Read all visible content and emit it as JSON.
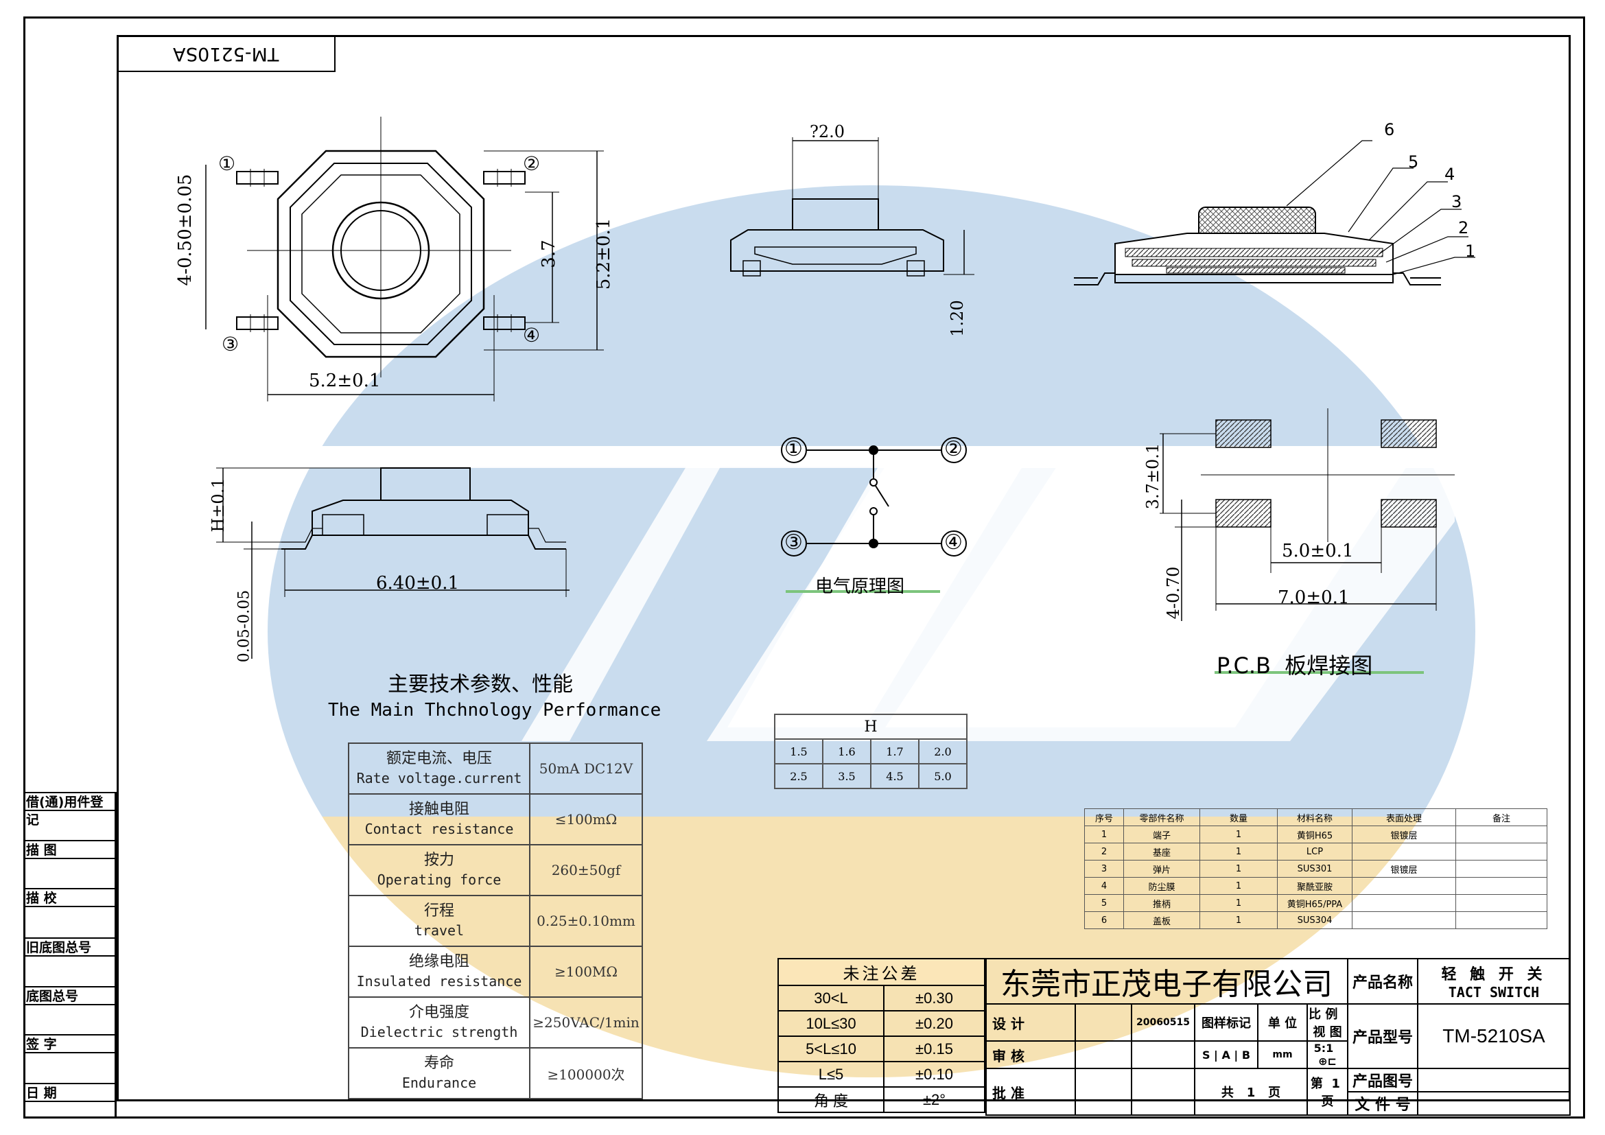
{
  "drawing_code": "TM-5210SA",
  "top_view": {
    "pin_labels": [
      "①",
      "②",
      "③",
      "④"
    ],
    "dim_left": "4-0.50±0.05",
    "dim_inner": "3.7",
    "dim_right": "5.2±0.1",
    "dim_bottom": "5.2±0.1"
  },
  "side_view_top": {
    "dim_top": "?2.0",
    "dim_right": "1.20"
  },
  "section_view": {
    "callouts": [
      "6",
      "5",
      "4",
      "3",
      "2",
      "1"
    ]
  },
  "side_view_bottom": {
    "dim_h": "H±0.1",
    "dim_bottom": "6.40±0.1",
    "dim_lead": "0.05-0.05"
  },
  "schematic": {
    "pins": [
      "①",
      "②",
      "③",
      "④"
    ],
    "caption": "电气原理图"
  },
  "pcb": {
    "dim_pitch_v": "3.7±0.1",
    "dim_inner": "5.0±0.1",
    "dim_outer": "7.0±0.1",
    "dim_pad": "4-0.70",
    "caption": "P.C.B  板焊接图"
  },
  "performance": {
    "title_cn": "主要技术参数、性能",
    "title_en": "The Main Thchnology Performance",
    "rows": [
      {
        "cn": "额定电流、电压",
        "en": "Rate voltage.current",
        "value": "50mA DC12V"
      },
      {
        "cn": "接触电阻",
        "en": "Contact resistance",
        "value": "≤100mΩ"
      },
      {
        "cn": "按力",
        "en": "Operating force",
        "value": "260±50gf"
      },
      {
        "cn": "行程",
        "en": "travel",
        "value": "0.25±0.10mm"
      },
      {
        "cn": "绝缘电阻",
        "en": "Insulated resistance",
        "value": "≥100MΩ"
      },
      {
        "cn": "介电强度",
        "en": "Dielectric strength",
        "value": "≥250VAC/1min"
      },
      {
        "cn": "寿命",
        "en": "Endurance",
        "value": "≥100000次"
      }
    ]
  },
  "h_table": {
    "header": "H",
    "row1": [
      "1.5",
      "1.6",
      "1.7",
      "2.0"
    ],
    "row2": [
      "2.5",
      "3.5",
      "4.5",
      "5.0"
    ]
  },
  "parts_table": {
    "headers": [
      "序号",
      "零部件名称",
      "数量",
      "材料名称",
      "表面处理",
      "备注"
    ],
    "rows": [
      [
        "1",
        "端子",
        "1",
        "黄铜H65",
        "银镀层",
        ""
      ],
      [
        "2",
        "基座",
        "1",
        "LCP",
        "",
        ""
      ],
      [
        "3",
        "弹片",
        "1",
        "SUS301",
        "银镀层",
        ""
      ],
      [
        "4",
        "防尘膜",
        "1",
        "聚酰亚胺",
        "",
        ""
      ],
      [
        "5",
        "推柄",
        "1",
        "黄铜H65/PPA",
        "",
        ""
      ],
      [
        "6",
        "盖板",
        "1",
        "SUS304",
        "",
        ""
      ]
    ]
  },
  "tolerance": {
    "title": "未注公差",
    "rows": [
      [
        "30<L",
        "±0.30"
      ],
      [
        "10L≤30",
        "±0.20"
      ],
      [
        "5<L≤10",
        "±0.15"
      ],
      [
        "L≤5",
        "±0.10"
      ],
      [
        "角  度",
        "±2°"
      ]
    ]
  },
  "title_block": {
    "company": "东莞市正茂电子有限公司",
    "product_name_label": "产品名称",
    "product_name_cn": "轻 触 开 关",
    "product_name_en": "TACT SWITCH",
    "product_model_label": "产品型号",
    "product_model": "TM-5210SA",
    "product_drawing_label": "产品图号",
    "file_no_label": "文 件 号",
    "design_label": "设 计",
    "date": "20060515",
    "mark_label": "图样标记",
    "unit_label": "单 位",
    "scale_label": "比 例",
    "view_label": "视 图",
    "review_label": "审 核",
    "approve_label": "批 准",
    "marks": [
      "S",
      "A",
      "B"
    ],
    "unit": "mm",
    "scale": "5:1",
    "total_label": "共",
    "total": "1",
    "page_suffix": "页",
    "page_label": "第",
    "page": "1"
  },
  "register": {
    "rows": [
      "借(通)用件登记",
      "描    图",
      "描    校",
      "旧底图总号",
      "底图总号",
      "签    字",
      "日    期"
    ]
  },
  "colors": {
    "watermark_blue": "#c9dcee",
    "watermark_orange": "#f6e2b3",
    "hatch": "#555555"
  }
}
